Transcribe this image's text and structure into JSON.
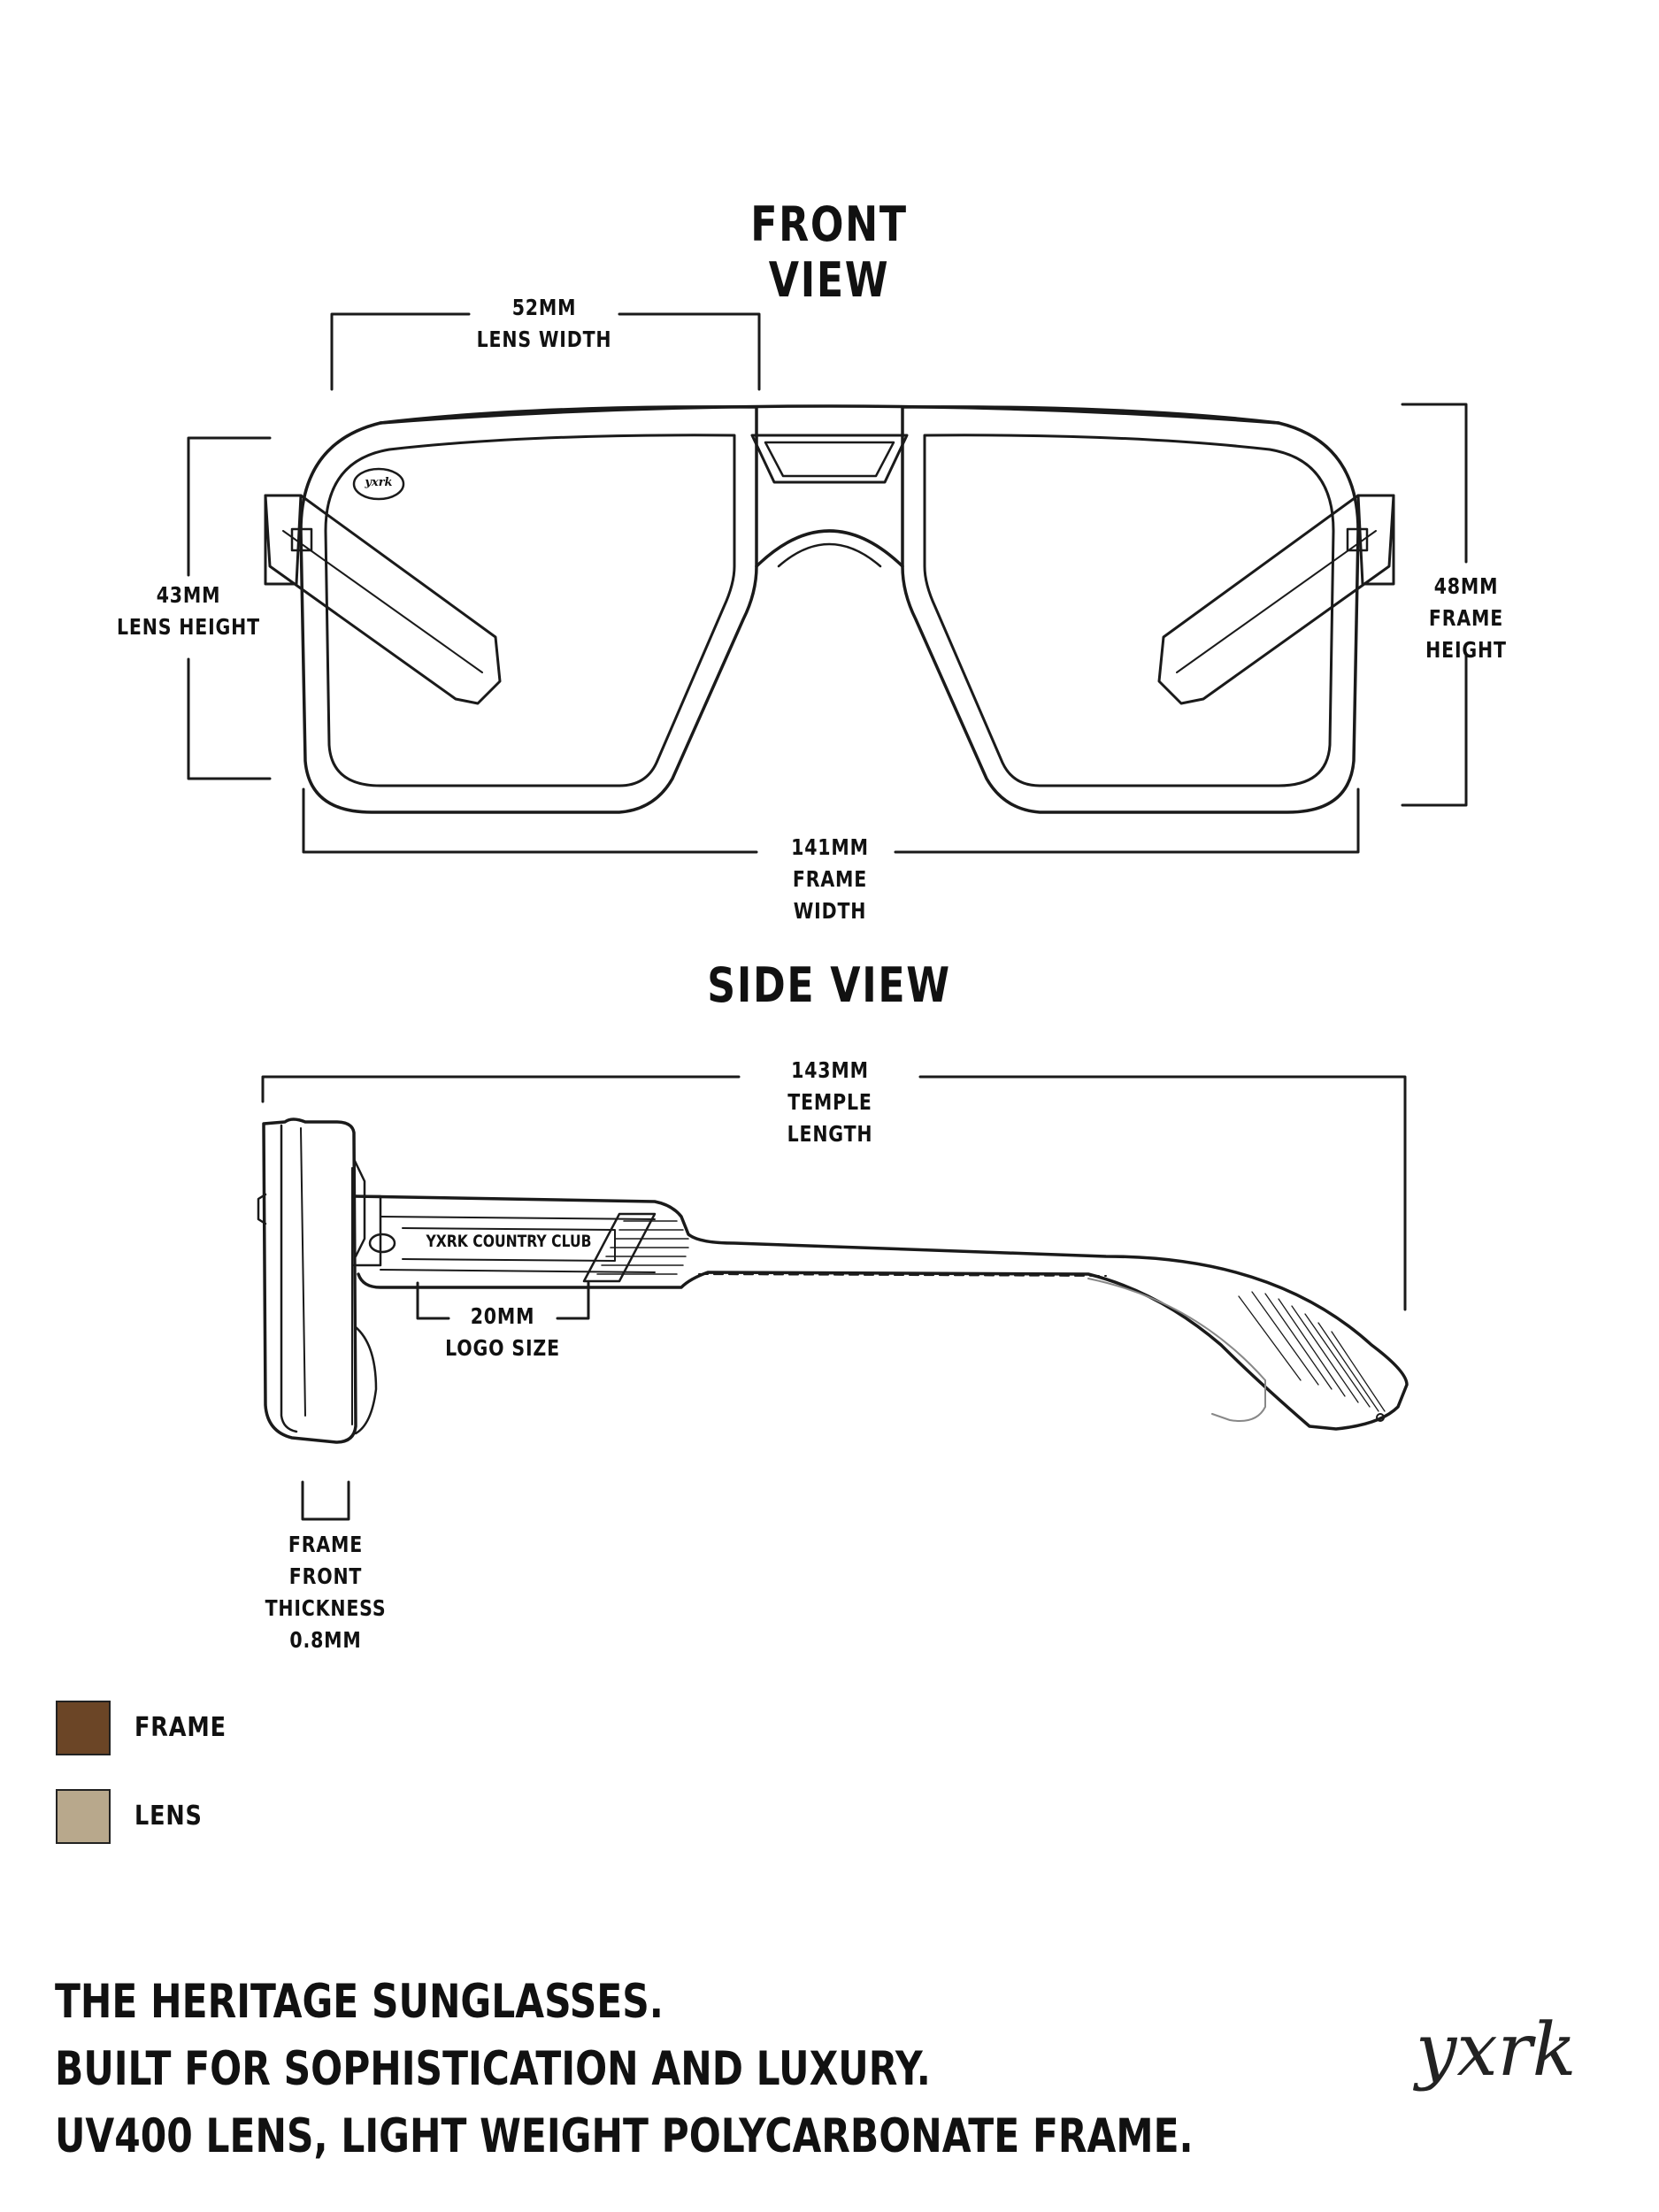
{
  "front_view": {
    "heading": "FRONT VIEW",
    "lens_width": {
      "value": "52MM",
      "label": "LENS WIDTH"
    },
    "lens_height": {
      "value": "43MM",
      "label": "LENS HEIGHT"
    },
    "frame_height": {
      "value": "48MM",
      "label": "FRAME HEIGHT"
    },
    "frame_width": {
      "value": "141MM",
      "label": "FRAME WIDTH"
    },
    "lens_logo": "yxrk"
  },
  "side_view": {
    "heading": "SIDE VIEW",
    "temple_length": {
      "value": "143MM",
      "label": "TEMPLE LENGTH"
    },
    "logo_size": {
      "value": "20MM",
      "label": "LOGO SIZE"
    },
    "temple_engraving": "YXRK COUNTRY CLUB",
    "frame_front_thickness": {
      "line1": "FRAME FRONT",
      "line2": "THICKNESS",
      "value": "0.8MM"
    }
  },
  "legend": [
    {
      "label": "FRAME",
      "color": "#6b4526"
    },
    {
      "label": "LENS",
      "color": "#b8a88c"
    }
  ],
  "tagline": [
    "THE HERITAGE SUNGLASSES.",
    "BUILT FOR SOPHISTICATION AND LUXURY.",
    "UV400 LENS, LIGHT WEIGHT POLYCARBONATE FRAME."
  ],
  "brand_signature": "yxrk"
}
